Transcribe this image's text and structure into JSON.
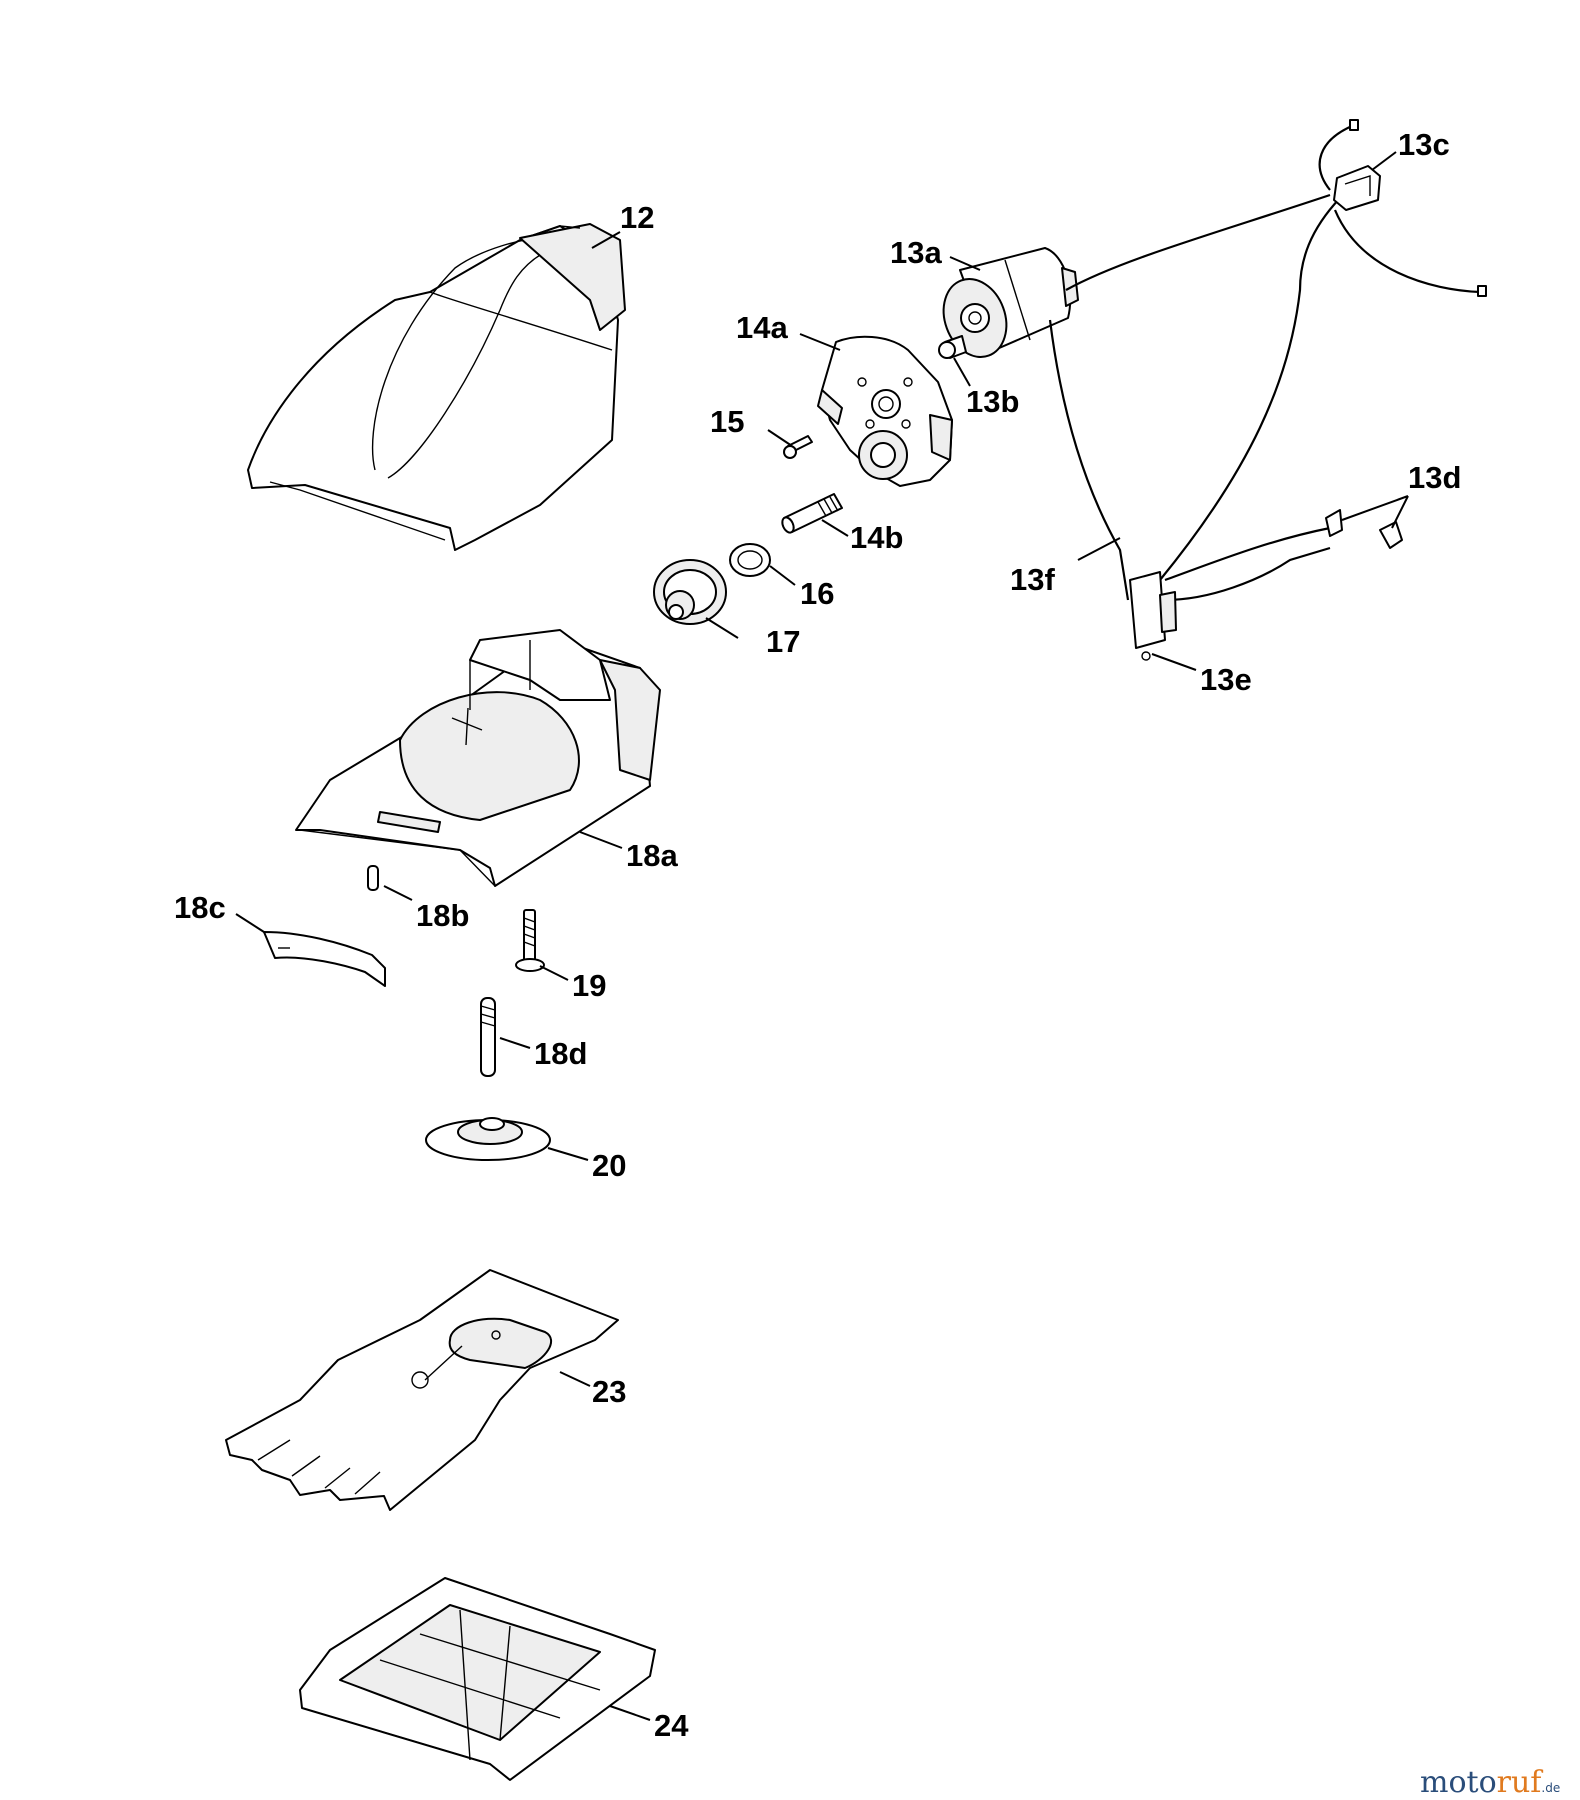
{
  "labels": {
    "p12": "12",
    "p13a": "13a",
    "p13b": "13b",
    "p13c": "13c",
    "p13d": "13d",
    "p13e": "13e",
    "p13f": "13f",
    "p14a": "14a",
    "p14b": "14b",
    "p15": "15",
    "p16": "16",
    "p17": "17",
    "p18a": "18a",
    "p18b": "18b",
    "p18c": "18c",
    "p18d": "18d",
    "p19": "19",
    "p20": "20",
    "p23": "23",
    "p24": "24"
  },
  "watermark": {
    "part1": "moto",
    "part2": "ruf",
    "suffix": ".de"
  }
}
